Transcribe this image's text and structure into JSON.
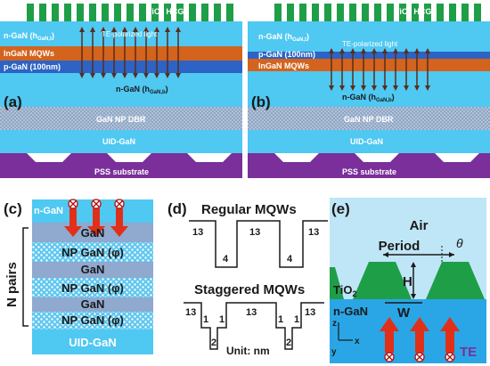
{
  "colors": {
    "cyan_light": "#4fc8f2",
    "blue_mid": "#2a8fd6",
    "blue_dark": "#1f5ab8",
    "orange": "#d4631d",
    "purple": "#7a2f9a",
    "green": "#1f9e48",
    "red_arrow": "#e0301a",
    "dbr_gray": "#9aa7b8",
    "np_gray": "#b8bfc7"
  },
  "panel_a": {
    "label": "(a)",
    "hcg": "TiO₂ HCG",
    "n_gan_top": "n-GaN (h",
    "n_gan_top_sub": "GaN,t",
    "n_gan_top_end": ")",
    "te_light": "TE-polarized light",
    "mqw": "InGaN MQWs",
    "p_gan": "p-GaN (100nm)",
    "n_gan_bottom": "n-GaN (h",
    "n_gan_bottom_sub": "GaN,b",
    "n_gan_bottom_end": ")",
    "dbr": "GaN NP DBR",
    "uid": "UID-GaN",
    "pss": "PSS substrate"
  },
  "panel_b": {
    "label": "(b)",
    "hcg": "TiO₂ HCG",
    "n_gan_top": "n-GaN (h",
    "n_gan_top_sub": "GaN,t",
    "n_gan_top_end": ")",
    "te_light": "TE-polarized light",
    "p_gan": "p-GaN (100nm)",
    "mqw": "InGaN MQWs",
    "n_gan_bottom": "n-GaN (h",
    "n_gan_bottom_sub": "GaN,b",
    "n_gan_bottom_end": ")",
    "dbr": "GaN NP DBR",
    "uid": "UID-GaN",
    "pss": "PSS substrate"
  },
  "panel_c": {
    "label": "(c)",
    "n_gan": "n-GaN",
    "gan": "GaN",
    "np_gan": "NP GaN (φ)",
    "pairs": "N pairs",
    "uid": "UID-GaN"
  },
  "panel_d": {
    "label": "(d)",
    "regular_title": "Regular MQWs",
    "staggered_title": "Staggered MQWs",
    "unit": "Unit: nm",
    "reg_barrier": "13",
    "reg_well": "4",
    "stg_barrier": "13",
    "stg_step": "1",
    "stg_well": "2"
  },
  "panel_e": {
    "label": "(e)",
    "air": "Air",
    "period": "Period",
    "theta": "θ",
    "h": "H",
    "tio2": "TiO",
    "tio2_sub": "2",
    "n_gan": "n-GaN",
    "w": "W",
    "axis_z": "z",
    "axis_y": "y",
    "axis_x": "x",
    "te": "TE"
  }
}
